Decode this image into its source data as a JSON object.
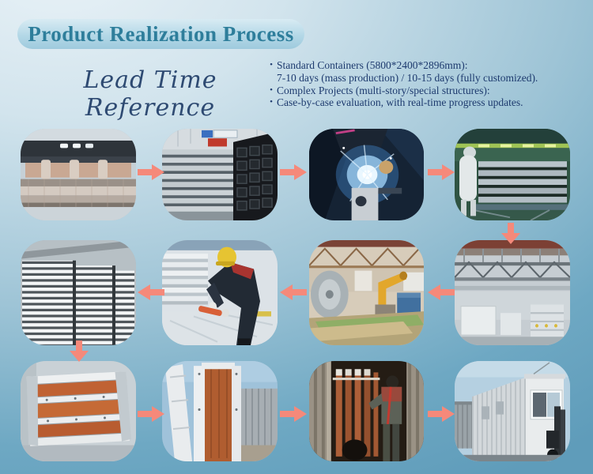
{
  "colors": {
    "background_light": "#e9f2f7",
    "background_deep": "#5f9cba",
    "banner_text": "#2e7e9b",
    "heading_text": "#2e4a72",
    "bullet_text": "#1d3a6e",
    "arrow": "#f5897a"
  },
  "header": {
    "title": "Product Realization Process"
  },
  "lead_time": {
    "heading": "Lead Time Reference",
    "bullets": [
      {
        "line1": "Standard Containers (5800*2400*2896mm):",
        "line2": "7-10 days (mass production) / 10-15 days (fully customized)."
      },
      {
        "line1": "Complex Projects (multi-story/special structures):"
      },
      {
        "line1": "Case-by-case evaluation, with real-time progress updates."
      }
    ]
  },
  "process": {
    "steps": [
      {
        "order": 1,
        "row": 1,
        "col": 1,
        "scene": "steel-coil-roll-forming-line"
      },
      {
        "order": 2,
        "row": 1,
        "col": 2,
        "scene": "stacked-galvanized-steel-profiles"
      },
      {
        "order": 3,
        "row": 1,
        "col": 3,
        "scene": "frame-welding"
      },
      {
        "order": 4,
        "row": 1,
        "col": 4,
        "scene": "panel-stacking-cleanroom-worker"
      },
      {
        "order": 5,
        "row": 2,
        "col": 4,
        "scene": "workshop-steel-truss-assembly"
      },
      {
        "order": 6,
        "row": 2,
        "col": 3,
        "scene": "panel-production-line-robot"
      },
      {
        "order": 7,
        "row": 2,
        "col": 2,
        "scene": "worker-applying-sealant"
      },
      {
        "order": 8,
        "row": 2,
        "col": 1,
        "scene": "stacked-white-wall-panels"
      },
      {
        "order": 9,
        "row": 3,
        "col": 1,
        "scene": "flat-pack-container-bundle"
      },
      {
        "order": 10,
        "row": 3,
        "col": 2,
        "scene": "flat-pack-panels-upright-outdoor"
      },
      {
        "order": 11,
        "row": 3,
        "col": 3,
        "scene": "loading-into-shipping-container"
      },
      {
        "order": 12,
        "row": 3,
        "col": 4,
        "scene": "finished-container-house"
      }
    ]
  }
}
